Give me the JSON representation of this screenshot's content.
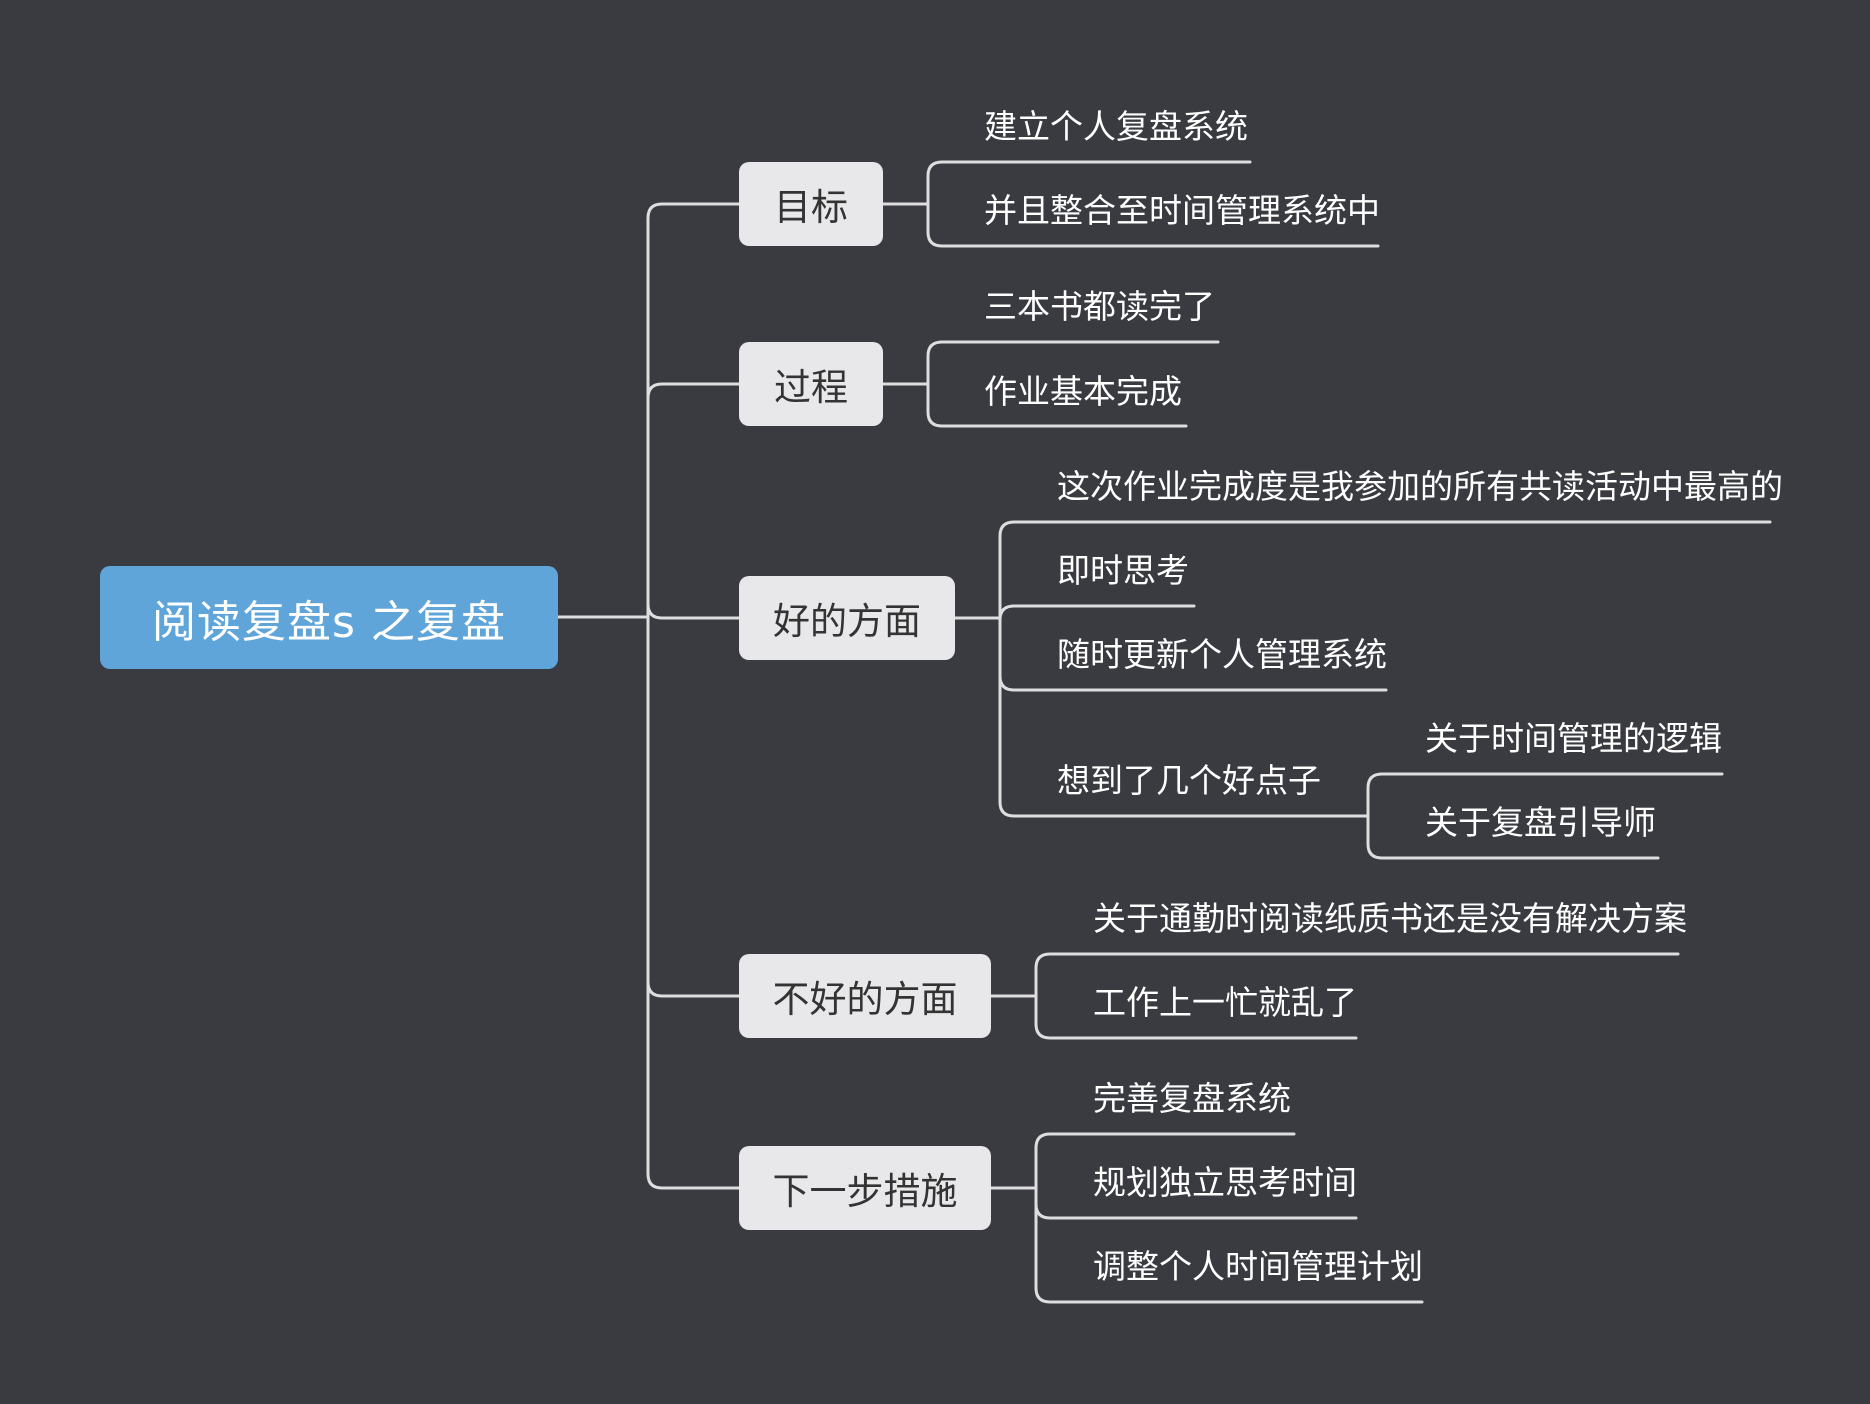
{
  "colors": {
    "background": "#3a3b40",
    "root_fill": "#5fa5d9",
    "branch_fill": "#e8e8ea",
    "connector": "#dedede"
  },
  "mindmap": {
    "root": {
      "label": "阅读复盘s 之复盘"
    },
    "branches": [
      {
        "label": "目标",
        "children": [
          {
            "label": "建立个人复盘系统"
          },
          {
            "label": "并且整合至时间管理系统中"
          }
        ]
      },
      {
        "label": "过程",
        "children": [
          {
            "label": "三本书都读完了"
          },
          {
            "label": "作业基本完成"
          }
        ]
      },
      {
        "label": "好的方面",
        "children": [
          {
            "label": "这次作业完成度是我参加的所有共读活动中最高的"
          },
          {
            "label": "即时思考"
          },
          {
            "label": "随时更新个人管理系统"
          },
          {
            "label": "想到了几个好点子",
            "children": [
              {
                "label": "关于时间管理的逻辑"
              },
              {
                "label": "关于复盘引导师"
              }
            ]
          }
        ]
      },
      {
        "label": "不好的方面",
        "children": [
          {
            "label": "关于通勤时阅读纸质书还是没有解决方案"
          },
          {
            "label": "工作上一忙就乱了"
          }
        ]
      },
      {
        "label": "下一步措施",
        "children": [
          {
            "label": "完善复盘系统"
          },
          {
            "label": "规划独立思考时间"
          },
          {
            "label": "调整个人时间管理计划"
          }
        ]
      }
    ]
  }
}
